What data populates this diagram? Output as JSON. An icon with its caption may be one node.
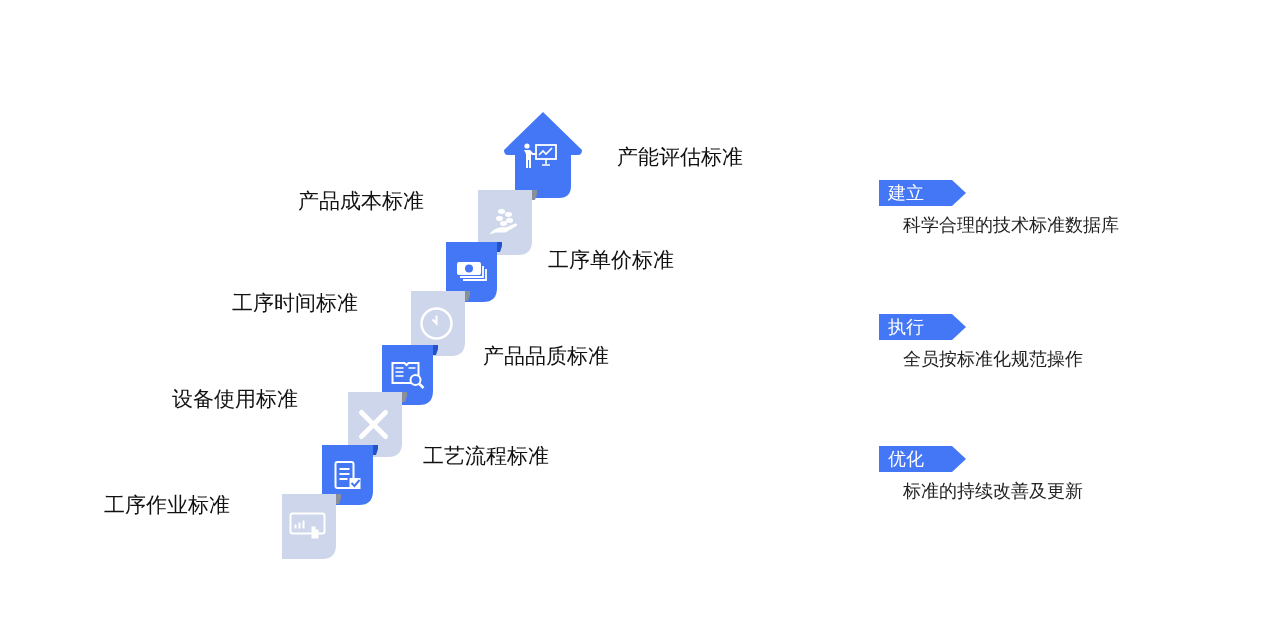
{
  "diagram": {
    "nodes": [
      {
        "text": [],
        "shape": "house",
        "beside": [
          "产能评估标准"
        ]
      },
      {
        "text": [],
        "shape": "box",
        "beside": [
          "产品成本标准"
        ]
      },
      {
        "text": [],
        "shape": "box"
      },
      {
        "text": [],
        "shape": "box",
        "beside": [
          "工序时间标准"
        ]
      },
      {
        "text": [],
        "shape": "box"
      },
      {
        "text": [],
        "shape": "box",
        "beside": [
          "设备使用标准"
        ]
      },
      {
        "text": [],
        "shape": "box"
      },
      {
        "text": [],
        "shape": "box",
        "beside": [
          "工序作业标准"
        ]
      },
      {
        "text": [
          "建立"
        ],
        "beside": [
          "科学合理的技术标准数据库"
        ]
      },
      {
        "text": [
          "执行"
        ],
        "beside": [
          "全员按标准化规范操作"
        ]
      },
      {
        "text": [
          "优化"
        ],
        "beside": [
          "标准的持续改善及更新"
        ]
      }
    ],
    "labels": [
      "工序单价标准",
      "产品品质标准",
      "工艺流程标准"
    ]
  }
}
